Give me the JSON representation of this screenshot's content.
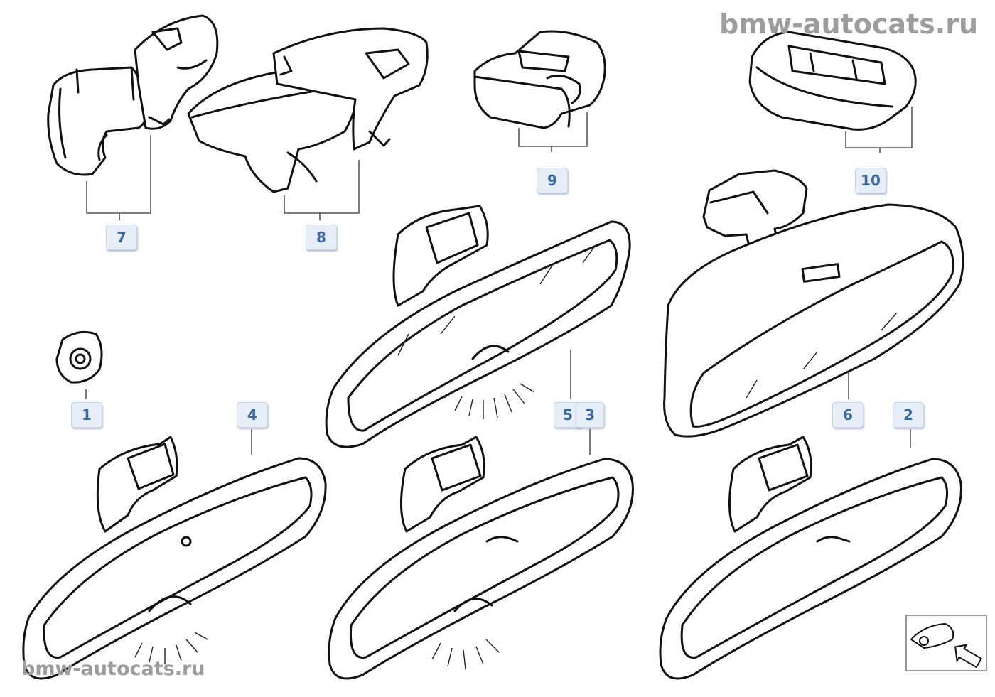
{
  "watermark": {
    "top": "bmw-autocats.ru",
    "bottom": "bmw-autocats.ru"
  },
  "callouts": [
    {
      "id": "1",
      "label": "1"
    },
    {
      "id": "2",
      "label": "2"
    },
    {
      "id": "3",
      "label": "3"
    },
    {
      "id": "4",
      "label": "4"
    },
    {
      "id": "5",
      "label": "5"
    },
    {
      "id": "6",
      "label": "6"
    },
    {
      "id": "7",
      "label": "7"
    },
    {
      "id": "8",
      "label": "8"
    },
    {
      "id": "9",
      "label": "9"
    },
    {
      "id": "10",
      "label": "10"
    }
  ],
  "colors": {
    "callout_background": "#e7eef8",
    "callout_text": "#3a6aa6",
    "watermark": "#9c9c9c",
    "line": "#111111"
  },
  "icons": {
    "navigation_thumbnail": "car-interior-thumbnail-icon",
    "navigation_arrow": "arrow-icon"
  }
}
